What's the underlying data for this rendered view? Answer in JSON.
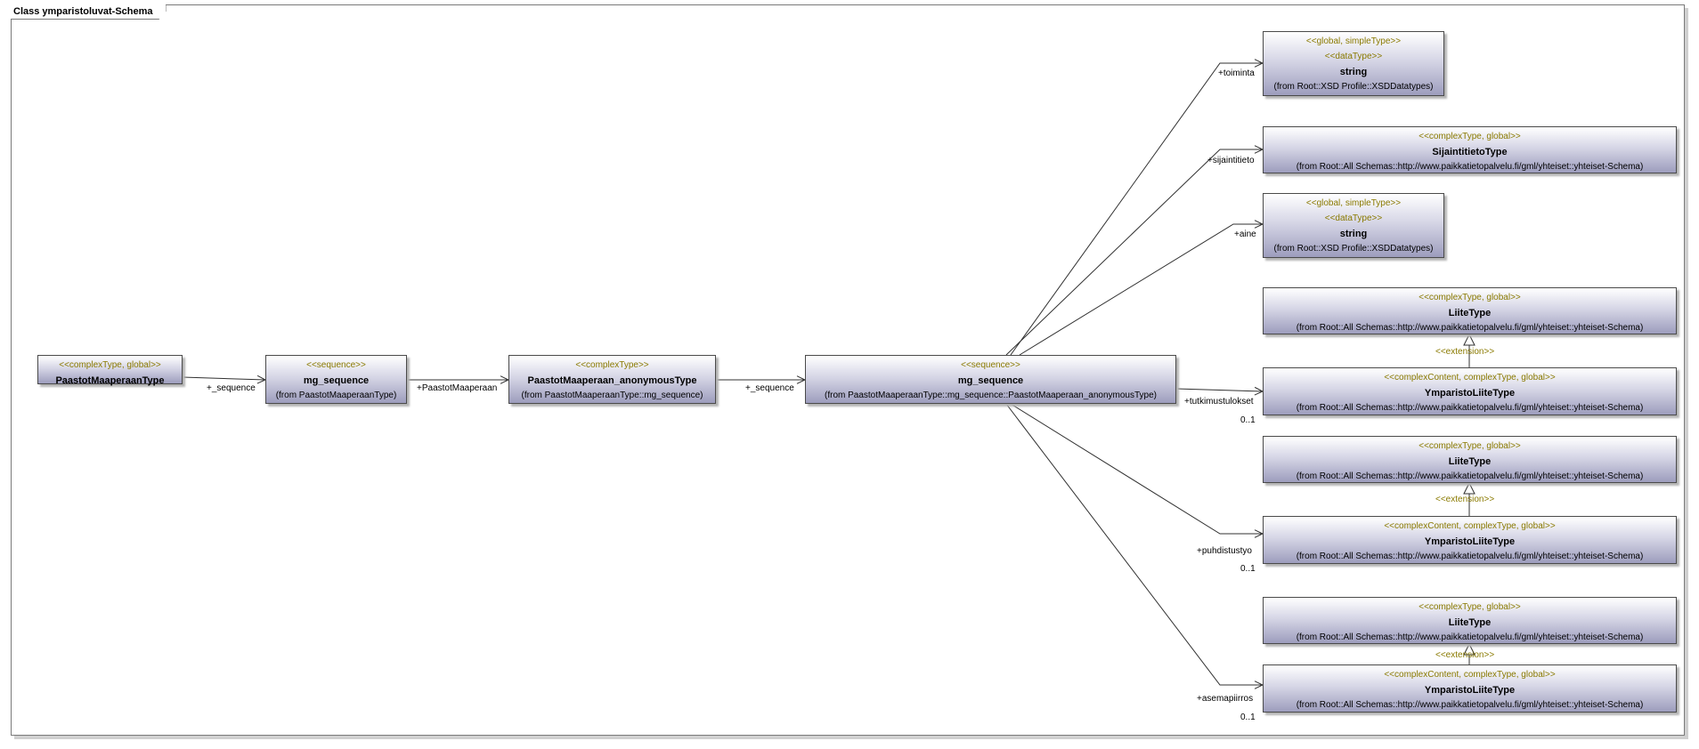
{
  "frame": {
    "title": "Class ymparistoluvat-Schema"
  },
  "classes": [
    {
      "id": "c1",
      "stereotypes": [
        "<<complexType, global>>"
      ],
      "name": "PaastotMaaperaanType",
      "from": ""
    },
    {
      "id": "c2",
      "stereotypes": [
        "<<sequence>>"
      ],
      "name": "mg_sequence",
      "from": "(from PaastotMaaperaanType)"
    },
    {
      "id": "c3",
      "stereotypes": [
        "<<complexType>>"
      ],
      "name": "PaastotMaaperaan_anonymousType",
      "from": "(from PaastotMaaperaanType::mg_sequence)"
    },
    {
      "id": "c4",
      "stereotypes": [
        "<<sequence>>"
      ],
      "name": "mg_sequence",
      "from": "(from PaastotMaaperaanType::mg_sequence::PaastotMaaperaan_anonymousType)"
    },
    {
      "id": "c5",
      "stereotypes": [
        "<<global, simpleType>>",
        "<<dataType>>"
      ],
      "name": "string",
      "from": "(from Root::XSD Profile::XSDDatatypes)"
    },
    {
      "id": "c6",
      "stereotypes": [
        "<<complexType, global>>"
      ],
      "name": "SijaintitietoType",
      "from": "(from Root::All Schemas::http://www.paikkatietopalvelu.fi/gml/yhteiset::yhteiset-Schema)"
    },
    {
      "id": "c7",
      "stereotypes": [
        "<<global, simpleType>>",
        "<<dataType>>"
      ],
      "name": "string",
      "from": "(from Root::XSD Profile::XSDDatatypes)"
    },
    {
      "id": "c8",
      "stereotypes": [
        "<<complexType, global>>"
      ],
      "name": "LiiteType",
      "from": "(from Root::All Schemas::http://www.paikkatietopalvelu.fi/gml/yhteiset::yhteiset-Schema)"
    },
    {
      "id": "c9",
      "stereotypes": [
        "<<complexContent, complexType, global>>"
      ],
      "name": "YmparistoLiiteType",
      "from": "(from Root::All Schemas::http://www.paikkatietopalvelu.fi/gml/yhteiset::yhteiset-Schema)"
    },
    {
      "id": "c10",
      "stereotypes": [
        "<<complexType, global>>"
      ],
      "name": "LiiteType",
      "from": "(from Root::All Schemas::http://www.paikkatietopalvelu.fi/gml/yhteiset::yhteiset-Schema)"
    },
    {
      "id": "c11",
      "stereotypes": [
        "<<complexContent, complexType, global>>"
      ],
      "name": "YmparistoLiiteType",
      "from": "(from Root::All Schemas::http://www.paikkatietopalvelu.fi/gml/yhteiset::yhteiset-Schema)"
    },
    {
      "id": "c12",
      "stereotypes": [
        "<<complexType, global>>"
      ],
      "name": "LiiteType",
      "from": "(from Root::All Schemas::http://www.paikkatietopalvelu.fi/gml/yhteiset::yhteiset-Schema)"
    },
    {
      "id": "c13",
      "stereotypes": [
        "<<complexContent, complexType, global>>"
      ],
      "name": "YmparistoLiiteType",
      "from": "(from Root::All Schemas::http://www.paikkatietopalvelu.fi/gml/yhteiset::yhteiset-Schema)"
    }
  ],
  "associations": [
    {
      "id": "a1",
      "from": "c1",
      "to": "c2",
      "role": "+_sequence",
      "multiplicity": ""
    },
    {
      "id": "a2",
      "from": "c2",
      "to": "c3",
      "role": "+PaastotMaaperaan",
      "multiplicity": ""
    },
    {
      "id": "a3",
      "from": "c3",
      "to": "c4",
      "role": "+_sequence",
      "multiplicity": ""
    },
    {
      "id": "a4",
      "from": "c4",
      "to": "c5",
      "role": "+toiminta",
      "multiplicity": ""
    },
    {
      "id": "a5",
      "from": "c4",
      "to": "c6",
      "role": "+sijaintitieto",
      "multiplicity": ""
    },
    {
      "id": "a6",
      "from": "c4",
      "to": "c7",
      "role": "+aine",
      "multiplicity": ""
    },
    {
      "id": "a7",
      "from": "c4",
      "to": "c9",
      "role": "+tutkimustulokset",
      "multiplicity": "0..1"
    },
    {
      "id": "a8",
      "from": "c4",
      "to": "c11",
      "role": "+puhdistustyo",
      "multiplicity": "0..1"
    },
    {
      "id": "a9",
      "from": "c4",
      "to": "c13",
      "role": "+asemapiirros",
      "multiplicity": "0..1"
    }
  ],
  "generalizations": [
    {
      "id": "g1",
      "from": "c9",
      "to": "c8",
      "label": "<<extension>>"
    },
    {
      "id": "g2",
      "from": "c11",
      "to": "c10",
      "label": "<<extension>>"
    },
    {
      "id": "g3",
      "from": "c13",
      "to": "c12",
      "label": "<<extension>>"
    }
  ]
}
